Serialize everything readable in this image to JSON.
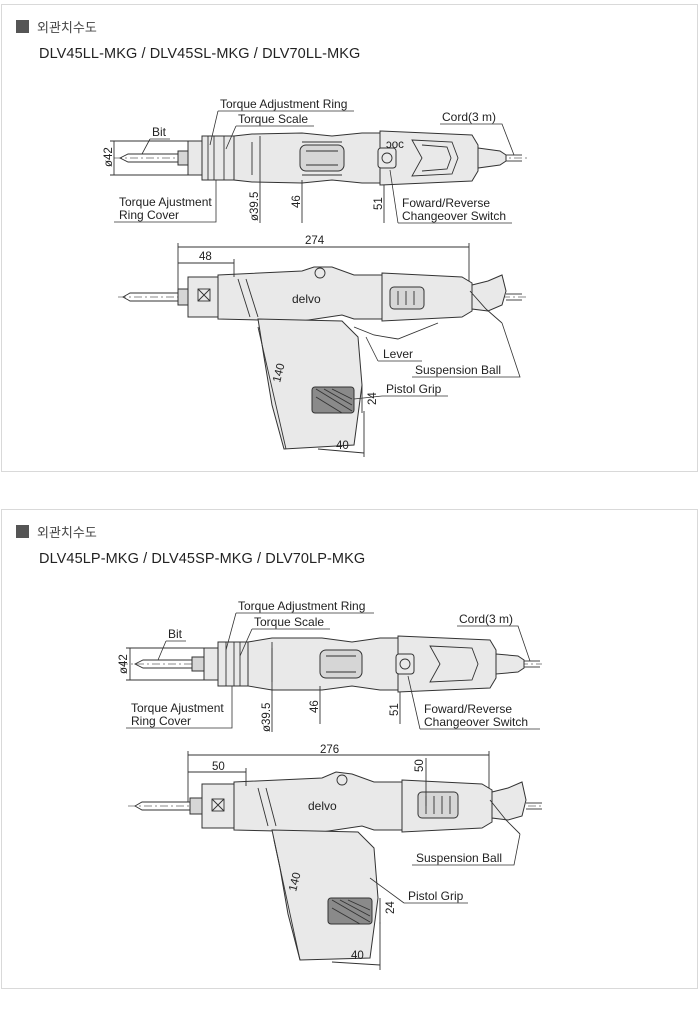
{
  "sections": [
    {
      "heading": "외관치수도",
      "models": "DLV45LL-MKG / DLV45SL-MKG / DLV70LL-MKG",
      "top_view": {
        "labels": {
          "torque_adjustment_ring": "Torque Adjustment Ring",
          "torque_scale": "Torque Scale",
          "bit": "Bit",
          "cord": "Cord(3 m)",
          "ring_cover_1": "Torque Ajustment",
          "ring_cover_2": "Ring Cover",
          "switch_1": "Foward/Reverse",
          "switch_2": "Changeover Switch"
        },
        "dims": {
          "d42": "ø42",
          "d39_5": "ø39.5",
          "d46": "46",
          "d51": "51"
        }
      },
      "side_view": {
        "labels": {
          "lever": "Lever",
          "suspension_ball": "Suspension Ball",
          "pistol_grip": "Pistol Grip",
          "brand": "delvo"
        },
        "dims": {
          "overall": "274",
          "nose": "48",
          "grip_len": "140",
          "grip_w": "24",
          "base": "40"
        }
      }
    },
    {
      "heading": "외관치수도",
      "models": "DLV45LP-MKG / DLV45SP-MKG / DLV70LP-MKG",
      "top_view": {
        "labels": {
          "torque_adjustment_ring": "Torque Adjustment Ring",
          "torque_scale": "Torque Scale",
          "bit": "Bit",
          "cord": "Cord(3 m)",
          "ring_cover_1": "Torque Ajustment",
          "ring_cover_2": "Ring Cover",
          "switch_1": "Foward/Reverse",
          "switch_2": "Changeover Switch"
        },
        "dims": {
          "d42": "ø42",
          "d39_5": "ø39.5",
          "d46": "46",
          "d51": "51"
        }
      },
      "side_view": {
        "labels": {
          "suspension_ball": "Suspension Ball",
          "pistol_grip": "Pistol Grip",
          "brand": "delvo"
        },
        "dims": {
          "overall": "276",
          "nose": "50",
          "height": "50",
          "grip_len": "140",
          "grip_w": "24",
          "base": "40"
        }
      }
    }
  ]
}
